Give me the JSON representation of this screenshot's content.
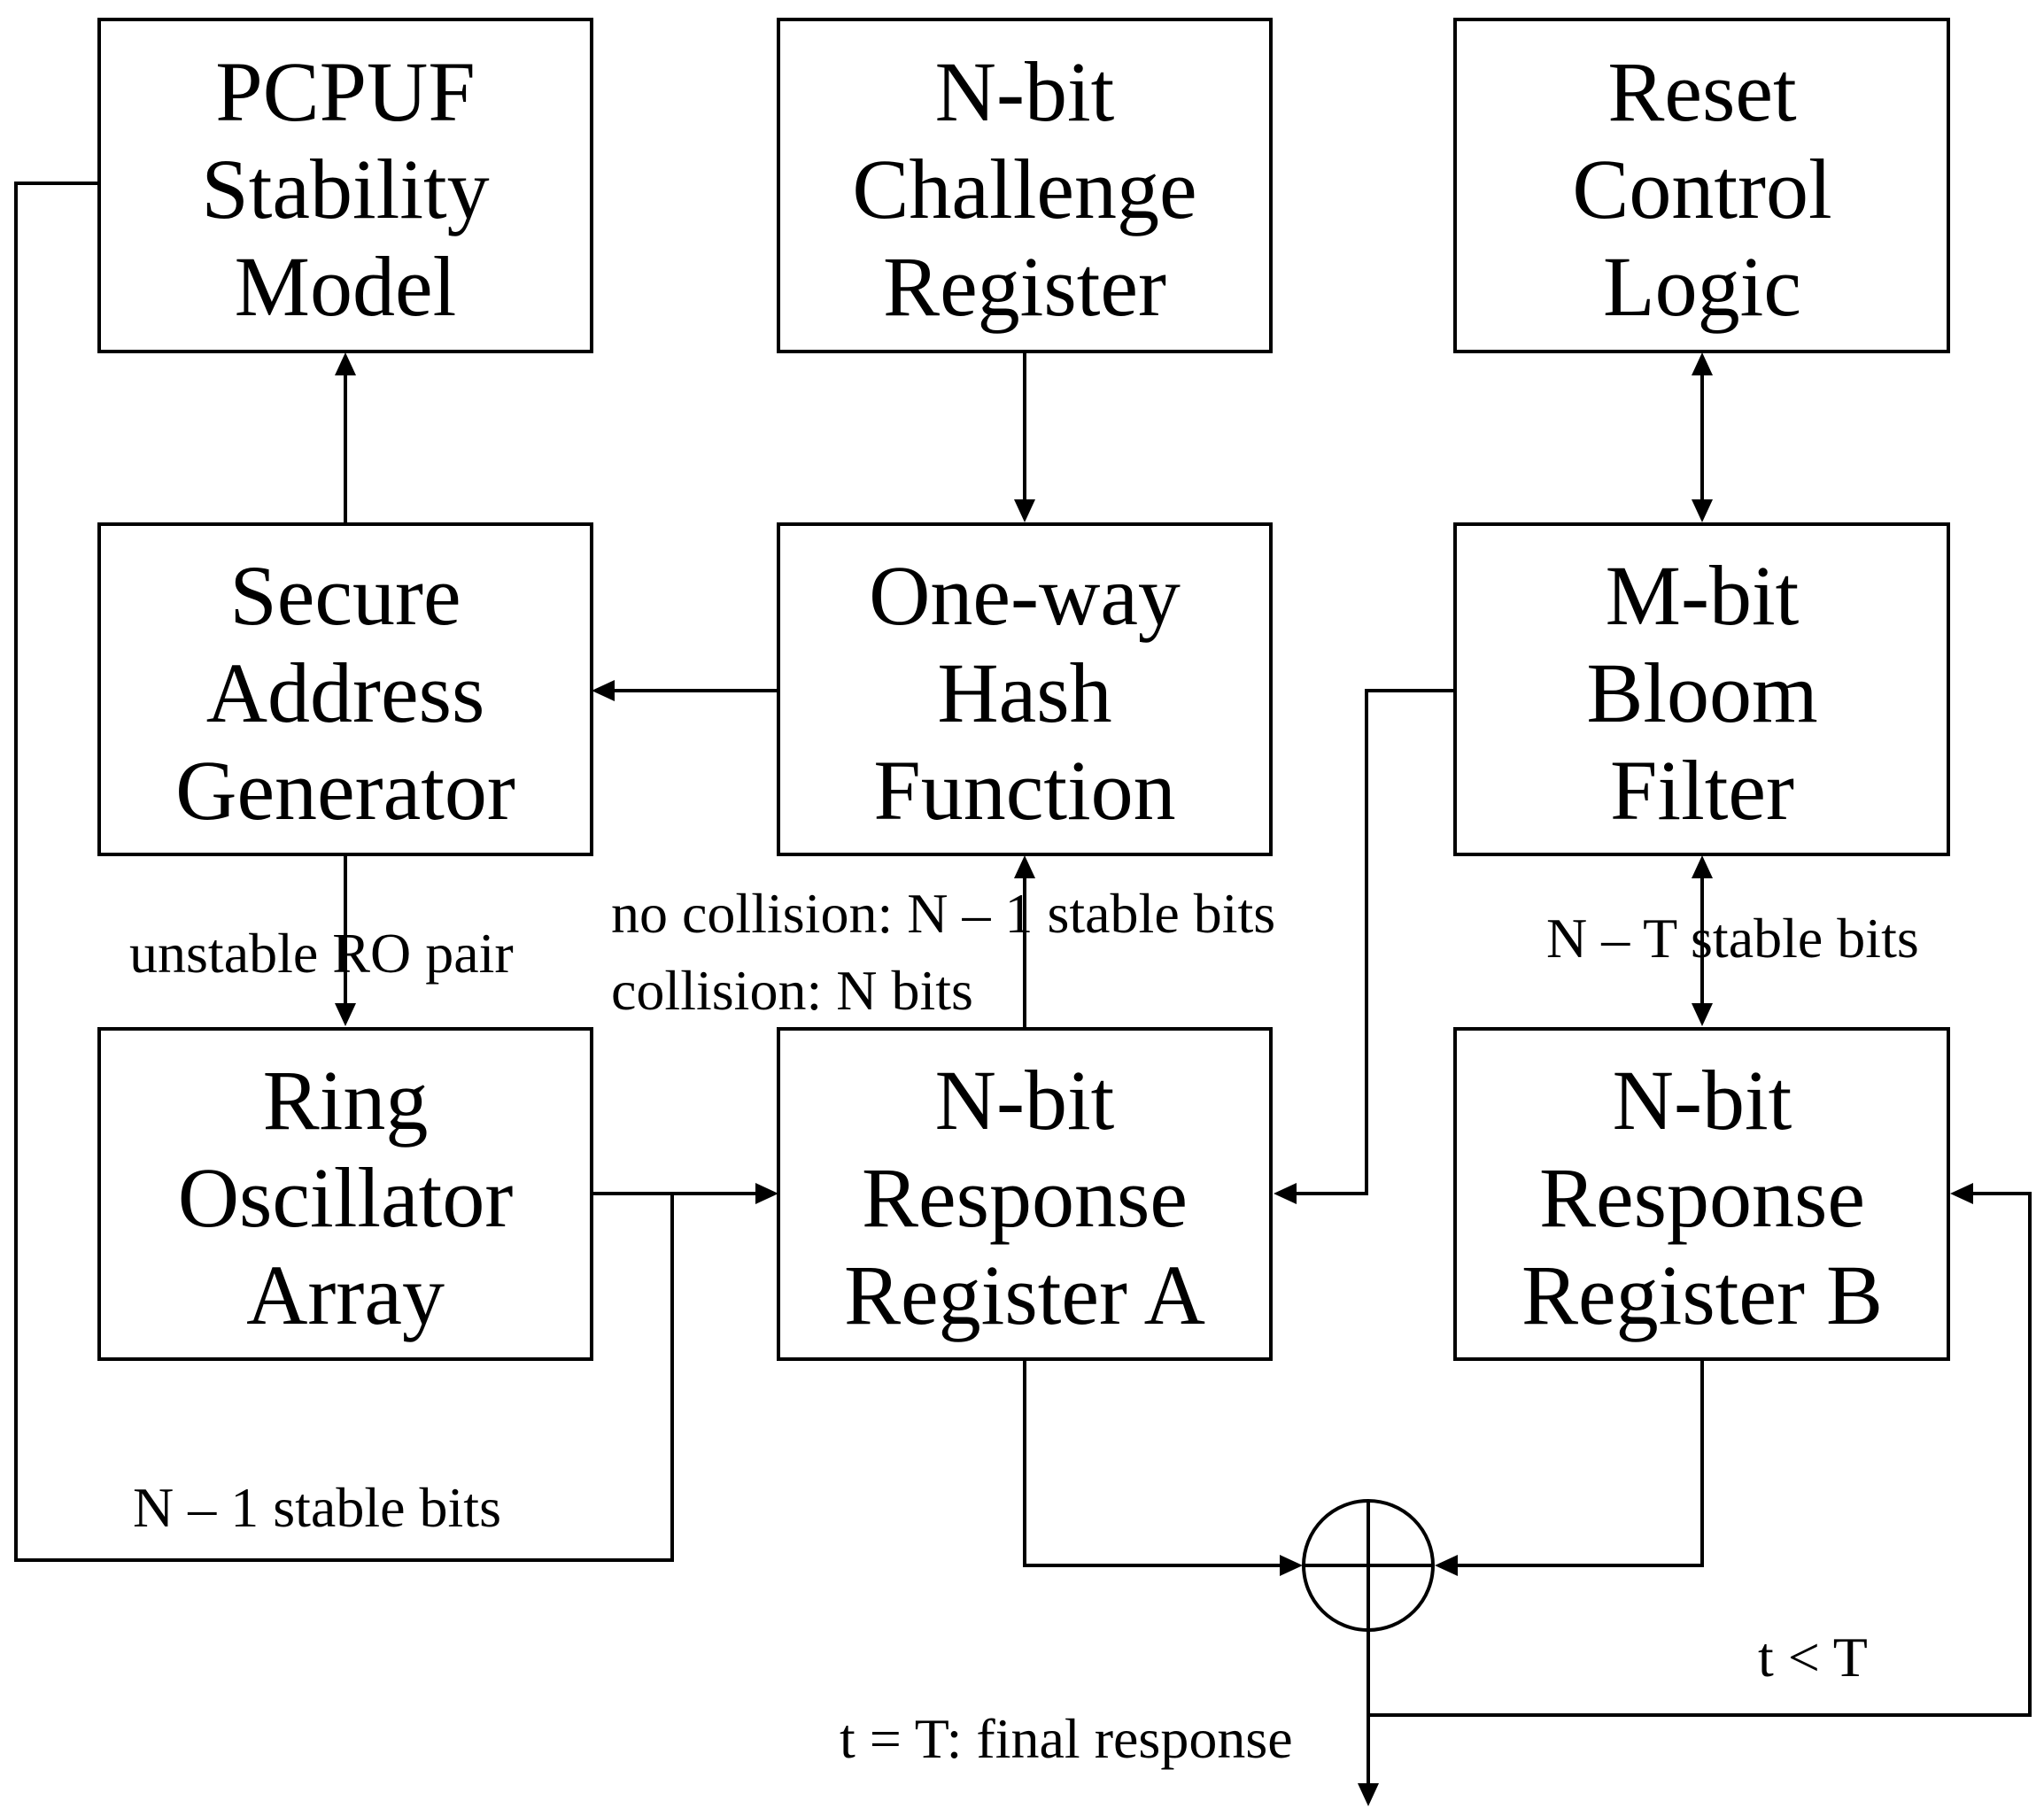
{
  "blocks": {
    "pcpuf": [
      "PCPUF",
      "Stability",
      "Model"
    ],
    "challenge": [
      "N-bit",
      "Challenge",
      "Register"
    ],
    "reset": [
      "Reset",
      "Control",
      "Logic"
    ],
    "address": [
      "Secure",
      "Address",
      "Generator"
    ],
    "hash": [
      "One-way",
      "Hash",
      "Function"
    ],
    "bloom": [
      "M-bit",
      "Bloom",
      "Filter"
    ],
    "ring": [
      "Ring",
      "Oscillator",
      "Array"
    ],
    "resp_a": [
      "N-bit",
      "Response",
      "Register A"
    ],
    "resp_b": [
      "N-bit",
      "Response",
      "Register B"
    ]
  },
  "labels": {
    "unstable_pair": "unstable RO pair",
    "no_collision": "no collision: N – 1 stable bits",
    "collision": "collision: N bits",
    "n_minus_t": "N – T stable bits",
    "n_minus_1": "N – 1 stable bits",
    "t_less": "t < T",
    "t_equal": "t = T: final response"
  },
  "operator": {
    "symbol": "xor"
  }
}
